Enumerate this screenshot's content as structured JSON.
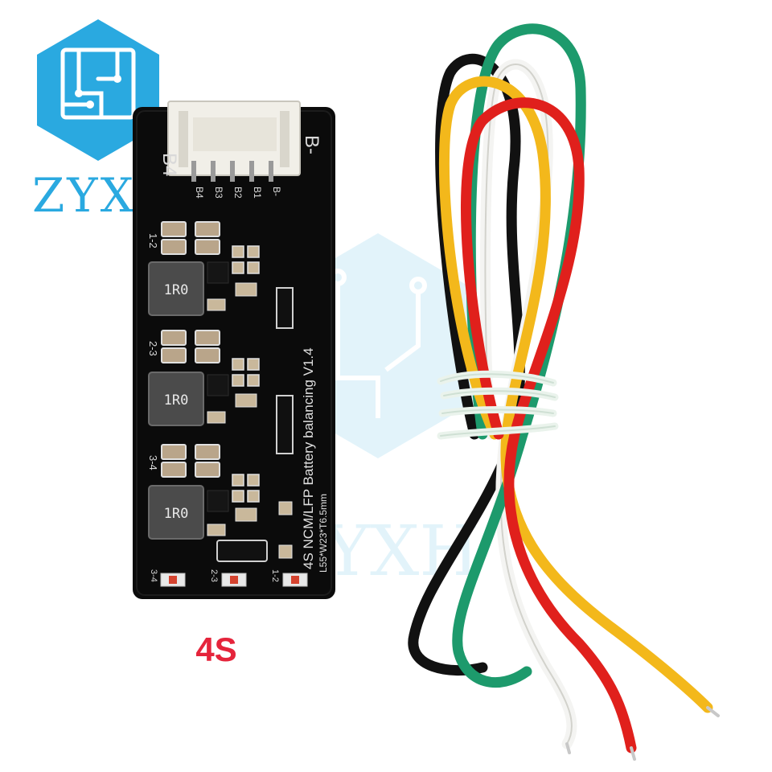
{
  "brand": {
    "name": "ZYXH",
    "watermark_text": "ZYXH",
    "color": "#2aa9e0"
  },
  "board": {
    "connector_labels": {
      "left": "B4",
      "right": "B-"
    },
    "pin_labels": [
      "B4",
      "B3",
      "B2",
      "B1",
      "B-"
    ],
    "cell_pair_labels": [
      "1-2",
      "2-3",
      "3-4"
    ],
    "inductor_marking": "1R0",
    "silkscreen_title": "4S NCM/LFP Battery balancing V1.4",
    "silkscreen_dims": "L55*W23*T6.5mm",
    "led_labels": [
      "3-4",
      "2-3",
      "1-2"
    ],
    "pcb_color": "#0b0b0b"
  },
  "caption": {
    "text": "4S",
    "color": "#e5243b"
  },
  "wires": {
    "colors": [
      "#111111",
      "#f4f4f2",
      "#1d9a6c",
      "#f3b81b",
      "#e0201c"
    ],
    "color_names": [
      "black",
      "white",
      "green",
      "yellow",
      "red"
    ]
  }
}
